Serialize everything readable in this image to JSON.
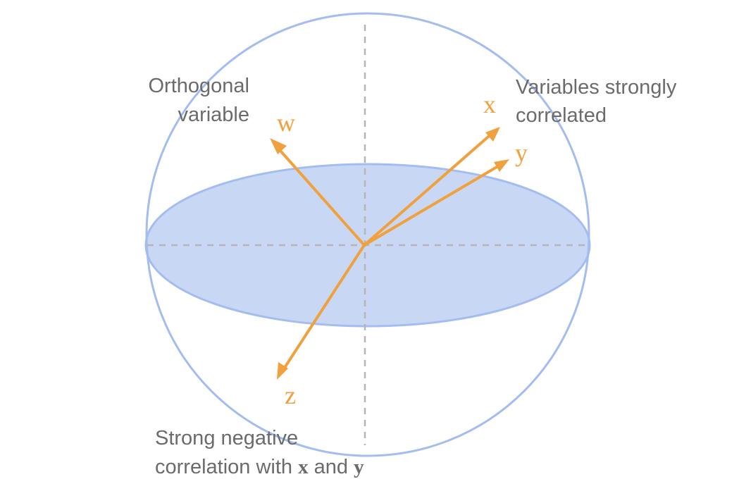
{
  "colors": {
    "sphere_outline": "#a4bdf0",
    "disk_fill": "#c8d7f3",
    "disk_stroke": "#a4bdf0",
    "axis_dash": "#b5b5b5",
    "vector": "#f0a03c",
    "annotation_text": "#6b6b6b"
  },
  "vectors": {
    "w": {
      "label": "w"
    },
    "x": {
      "label": "x"
    },
    "y": {
      "label": "y"
    },
    "z": {
      "label": "z"
    }
  },
  "annotations": {
    "orthogonal": {
      "line1": "Orthogonal",
      "line2": "variable"
    },
    "correlated": {
      "line1": "Variables strongly",
      "line2": "correlated"
    },
    "negative": {
      "line1": "Strong negative",
      "line2_prefix": "correlation with ",
      "line2_x": "x",
      "line2_and": " and ",
      "line2_y": "y"
    }
  }
}
